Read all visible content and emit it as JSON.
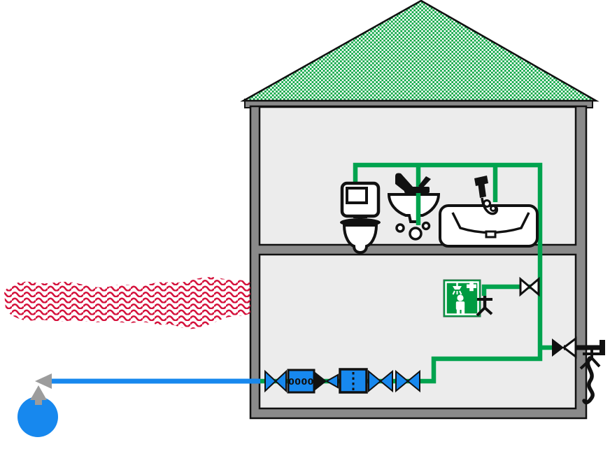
{
  "meter": {
    "reading": "0000"
  },
  "colors": {
    "pipe_green": "#00A34E",
    "roof_green": "#00A33C",
    "sign_green": "#009B41",
    "supply_blue": "#1788EE",
    "wall_gray": "#8A8A8A",
    "room_gray": "#ECECEC",
    "contamination_red": "#D5123C",
    "arrow_gray": "#9C9C9C",
    "outline_black": "#111111"
  },
  "components": {
    "house": "two-storey-house-cross-section",
    "roof": "green-checkered-roof",
    "contamination": "contaminated-ground-area",
    "water_main": "public-water-main",
    "service_pipe": "blue-service-pipe",
    "flow_arrows": "gray-connection-arrows",
    "entry_valve": "shut-off-valve",
    "water_meter": "water-meter",
    "check_valve": "check-valve",
    "filter": "fine-filter-dotted",
    "valve_2": "shut-off-valve",
    "valve_3": "shut-off-valve",
    "riser": "green-riser-pipe",
    "toilet": "toilet-with-cistern",
    "washbasin": "washbasin-with-faucet",
    "bathtub": "bathtub-with-hand-shower",
    "emergency_sign": "safety-shower-sign",
    "emergency_shower": "floor-shower-outlet",
    "branch_valve": "open-bowtie-valve",
    "outdoor_valve": "wall-outlet-valve",
    "garden_hose": "outdoor-tap-with-hose"
  }
}
